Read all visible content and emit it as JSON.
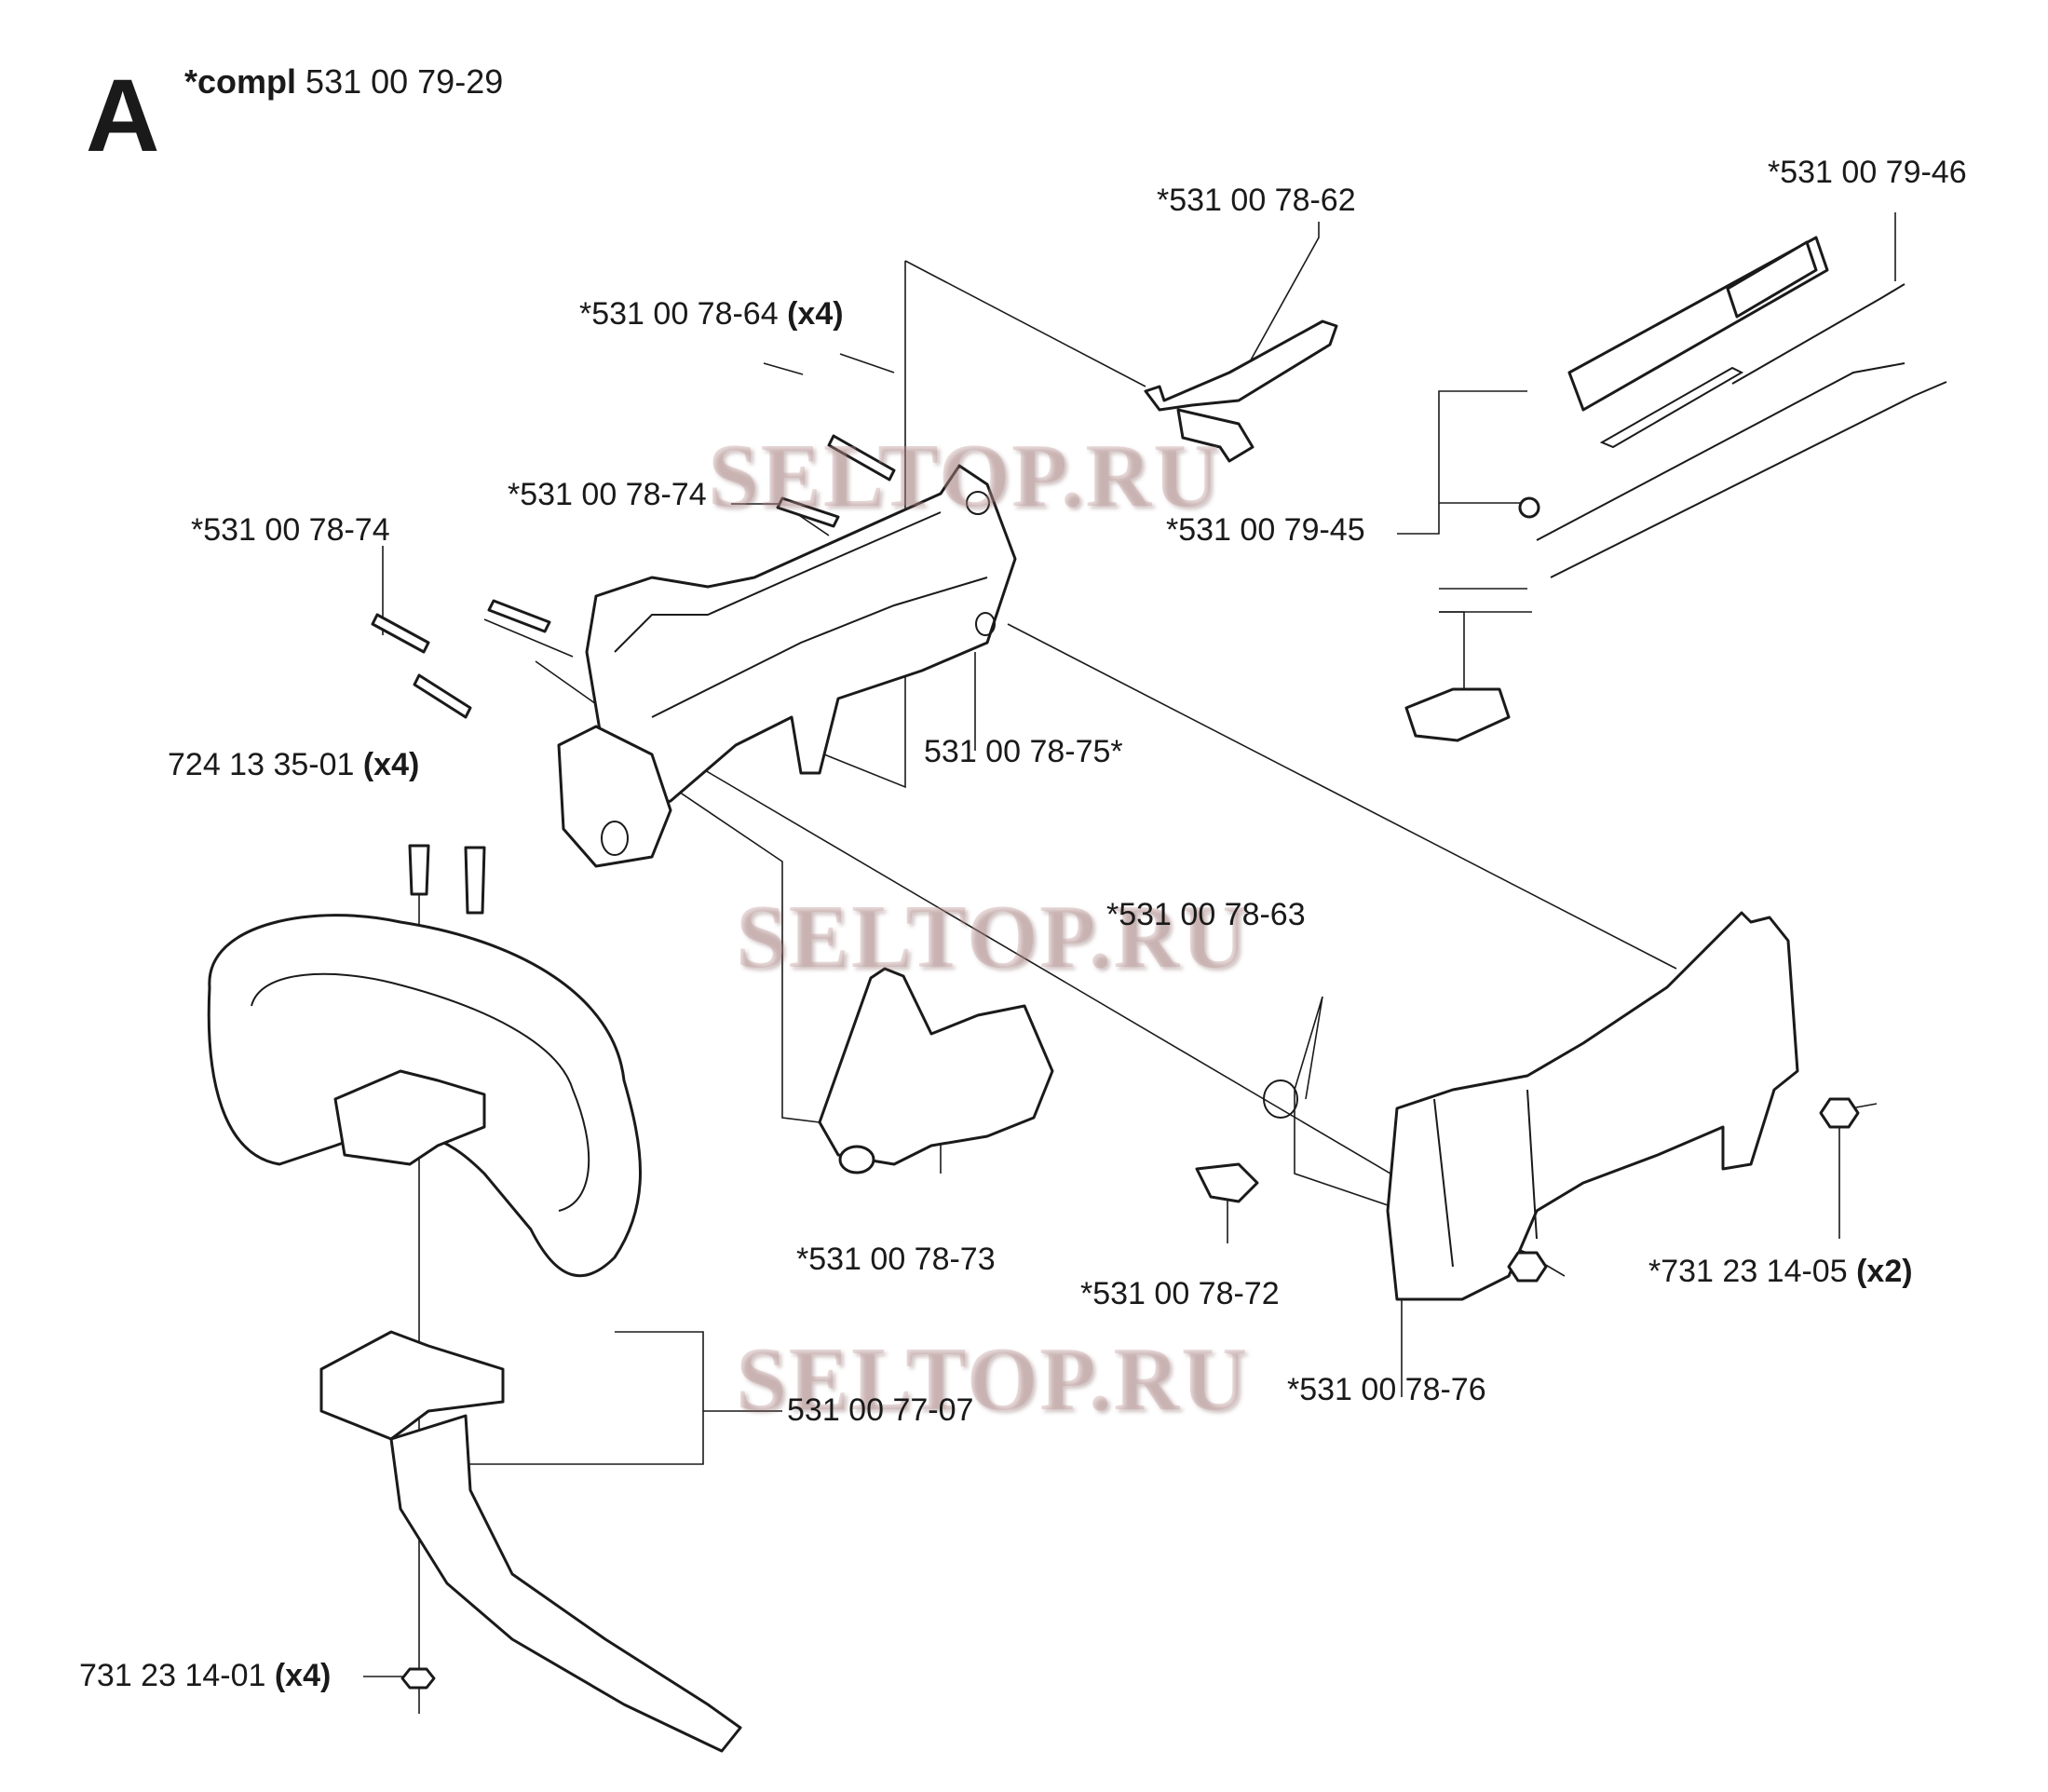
{
  "section": {
    "letter": "A",
    "compl_word": "*compl",
    "compl_number": "531 00 79-29"
  },
  "labels": [
    {
      "id": "l-79-46",
      "text": "*531 00 79-46",
      "qty": ""
    },
    {
      "id": "l-78-62",
      "text": "*531 00 78-62",
      "qty": ""
    },
    {
      "id": "l-78-64",
      "text": "*531 00 78-64",
      "qty": "(x4)"
    },
    {
      "id": "l-78-74a",
      "text": "*531 00 78-74",
      "qty": ""
    },
    {
      "id": "l-78-74b",
      "text": "*531 00 78-74",
      "qty": ""
    },
    {
      "id": "l-79-45",
      "text": "*531 00 79-45",
      "qty": ""
    },
    {
      "id": "l-78-75",
      "text": "531 00 78-75*",
      "qty": ""
    },
    {
      "id": "l-35-01",
      "text": "724 13 35-01",
      "qty": "(x4)"
    },
    {
      "id": "l-78-63",
      "text": "*531 00 78-63",
      "qty": ""
    },
    {
      "id": "l-78-73",
      "text": "*531 00 78-73",
      "qty": ""
    },
    {
      "id": "l-78-72",
      "text": "*531 00 78-72",
      "qty": ""
    },
    {
      "id": "l-14-05",
      "text": "*731 23 14-05",
      "qty": "(x2)"
    },
    {
      "id": "l-77-07",
      "text": "531 00 77-07",
      "qty": ""
    },
    {
      "id": "l-78-76",
      "text": "*531 00 78-76",
      "qty": ""
    },
    {
      "id": "l-14-01",
      "text": "731 23 14-01",
      "qty": "(x4)"
    }
  ],
  "watermarks": [
    "SELTOP.RU",
    "SELTOP.RU",
    "SELTOP.RU"
  ]
}
